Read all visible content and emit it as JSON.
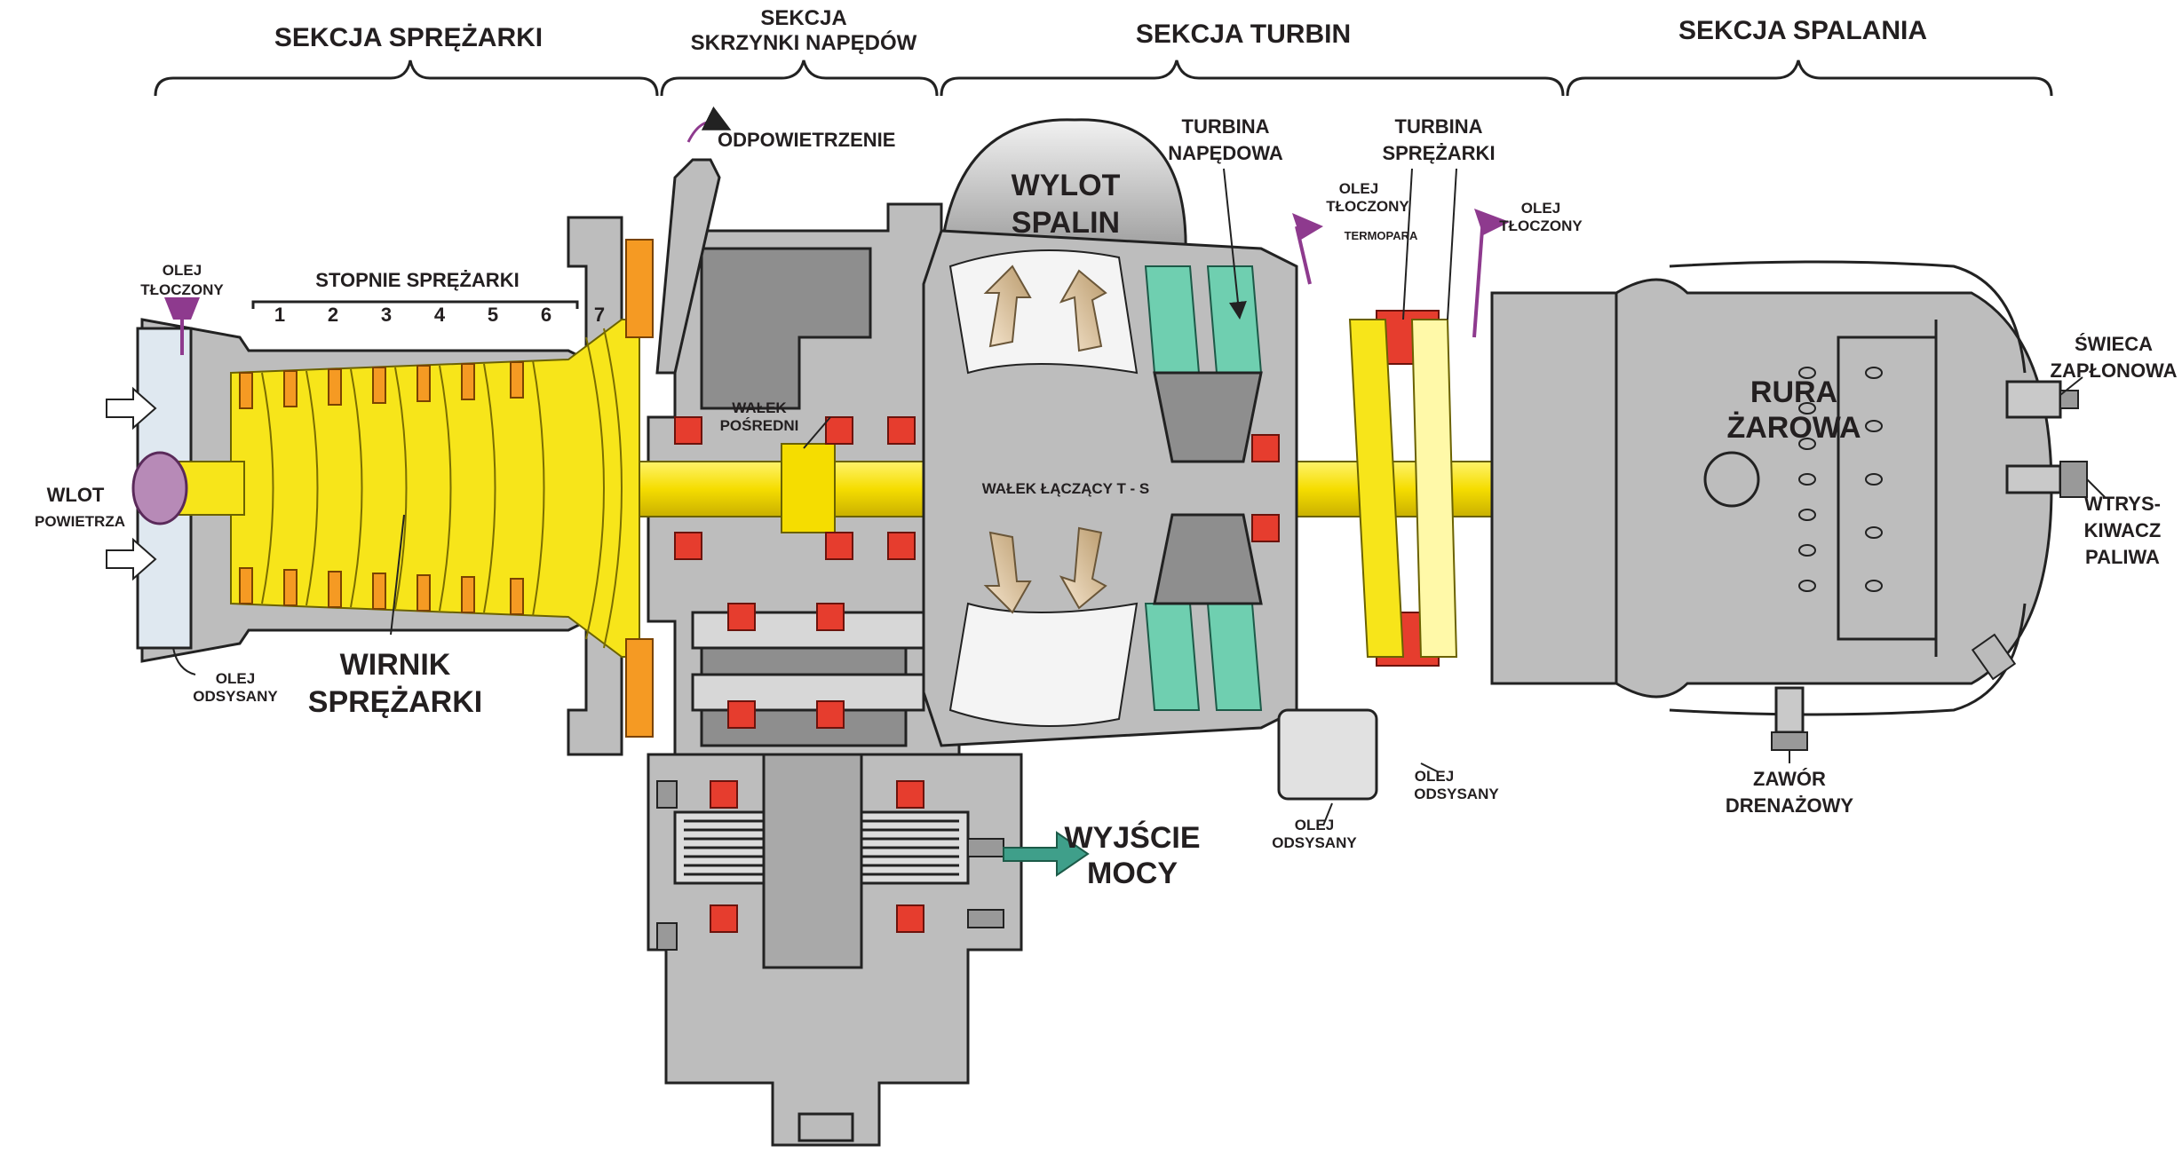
{
  "sections": {
    "compressor": "SEKCJA SPRĘŻARKI",
    "gearbox_line1": "SEKCJA",
    "gearbox_line2": "SKRZYNKI NAPĘDÓW",
    "turbine": "SEKCJA TURBIN",
    "combustion": "SEKCJA SPALANIA"
  },
  "labels": {
    "compressor_stages": "STOPNIE SPRĘŻARKI",
    "stage_numbers": [
      "1",
      "2",
      "3",
      "4",
      "5",
      "6",
      "7"
    ],
    "oil_in_left_1": "OLEJ",
    "oil_in_left_2": "TŁOCZONY",
    "air_inlet_1": "WLOT",
    "air_inlet_2": "POWIETRZA",
    "oil_out_left_1": "OLEJ",
    "oil_out_left_2": "ODSYSANY",
    "compressor_rotor_1": "WIRNIK",
    "compressor_rotor_2": "SPRĘŻARKI",
    "vent": "ODPOWIETRZENIE",
    "intermediate_shaft_1": "WAŁEK",
    "intermediate_shaft_2": "POŚREDNI",
    "connecting_shaft": "WAŁEK ŁĄCZĄCY  T - S",
    "exhaust_1": "WYLOT",
    "exhaust_2": "SPALIN",
    "power_turbine_1": "TURBINA",
    "power_turbine_2": "NAPĘDOWA",
    "oil_in_mid_1": "OLEJ",
    "oil_in_mid_2": "TŁOCZONY",
    "thermocouple": "TERMOPARA",
    "compressor_turbine_1": "TURBINA",
    "compressor_turbine_2": "SPRĘŻARKI",
    "oil_in_right_1": "OLEJ",
    "oil_in_right_2": "TŁOCZONY",
    "spark_plug_1": "ŚWIECA",
    "spark_plug_2": "ZAPŁONOWA",
    "flame_tube_1": "RURA",
    "flame_tube_2": "ŻAROWA",
    "fuel_injector_1": "WTRYS-",
    "fuel_injector_2": "KIWACZ",
    "fuel_injector_3": "PALIWA",
    "power_output_1": "WYJŚCIE",
    "power_output_2": "MOCY",
    "oil_out_mid_1": "OLEJ",
    "oil_out_mid_2": "ODSYSANY",
    "oil_out_right_1": "OLEJ",
    "oil_out_right_2": "ODSYSANY",
    "drain_valve_1": "ZAWÓR",
    "drain_valve_2": "DRENAŻOWY"
  },
  "colors": {
    "compressor_rotor": "#f7e51a",
    "stator_blades": "#f59a23",
    "turbine_nozzles": "#6fcfb0",
    "bearings": "#e63d2e",
    "oil_lines": "#8e3a8e",
    "exhaust_dome": "#c9c9c9",
    "power_output_arrow": "#3f9f8a"
  }
}
